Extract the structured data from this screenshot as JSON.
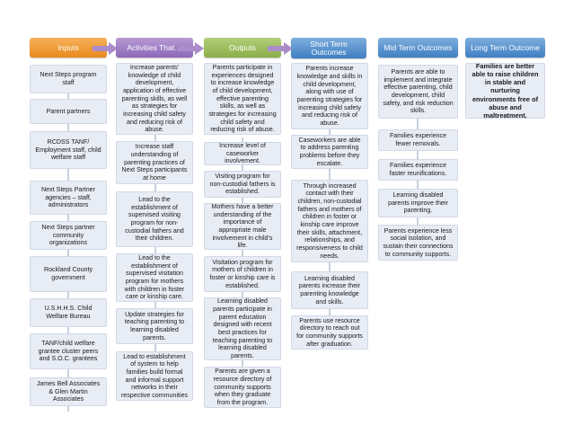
{
  "headers": {
    "inputs": "Inputs",
    "activities": "Activities That…",
    "outputs": "Outputs",
    "short_term": "Short Term Outcomes",
    "mid_term": "Mid Term Outcomes",
    "long_term": "Long Term Outcome"
  },
  "colors": {
    "inputs_header": "#e9891b",
    "activities_header": "#8c68b8",
    "outputs_header": "#8aae48",
    "outcomes_header": "#3f7fc3",
    "arrow": "#a98cc9",
    "box_fill": "#e7ecf5"
  },
  "inputs": [
    "Next Steps  program staff",
    "Parent partners",
    "RCDSS TANF/ Employment staff, child welfare staff",
    "Next Steps Partner agencies – staff, administrators",
    "Next Steps partner community organizations",
    "Rockland County government",
    "U.S.H.H.S. Child Welfare Bureau",
    "TANF/child welfare grantee cluster peers and S.O.C. grantees",
    "James Bell Associates & Glen Martin Associates"
  ],
  "activities": [
    "Increase parents' knowledge of child development, application of effective parenting skills, as well as strategies for increasing child safety and reducing risk of abuse.",
    "Increase staff understanding of parenting practices of Next Steps participants at home",
    "Lead to the establishment of supervised visiting program for non-custodial fathers and their children.",
    "Lead to the establishment of supervised visitation program for mothers with children in foster care or kinship care.",
    "Update strategies for teaching parenting to learning disabled parents.",
    "Lead to establishment of system to help families build formal and informal support networks in their respective communities"
  ],
  "outputs": [
    "Parents participate in experiences designed to increase knowledge of child development, effective parenting skills, as well as strategies for increasing child safety and reducing risk of abuse.",
    "Increase level of caseworker involvement.",
    "Visiting program for non-custodial fathers is established.",
    "Mothers have a better understanding of the importance of appropriate male involvement in child's life.",
    "Visitation program for mothers of children in foster or kinship care is established.",
    "Learning disabled parents participate in parent education designed with recent best practices for teaching parenting to learning disabled parents.",
    "Parents are given a resource directory of community supports when they graduate from the program."
  ],
  "short_term": [
    "Parents increase knowledge and skills in child development, along with use of parenting strategies for increasing child safety and reducing risk of abuse.",
    "Caseworkers are able to address parenting problems before they escalate.",
    "Through increased contact with their children, non-custodial fathers and mothers of children in foster or kinship care improve their skills, attachment, relationships, and responsiveness to child needs.",
    "Learning disabled parents increase their parenting knowledge and skills.",
    "Parents use resource directory to reach out for community supports after graduation."
  ],
  "mid_term": [
    "Parents are able to implement and integrate effective parenting, child development, child safety, and risk reduction skills.",
    "Families experience fewer removals.",
    "Families experience faster reunifications.",
    "Learning disabled parents improve their parenting.",
    "Parents experience less social isolation, and sustain their connections to community supports."
  ],
  "long_term": [
    "Families are better able to raise children in stable and nurturing environments free of abuse and maltreatment."
  ]
}
